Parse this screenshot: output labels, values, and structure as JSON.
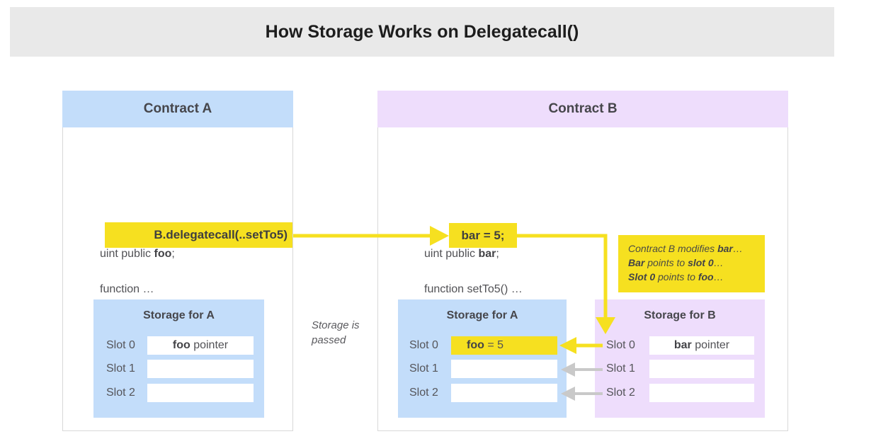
{
  "title": "How Storage Works on Delegatecall()",
  "contract_a": {
    "header": "Contract A",
    "decl_pre": "uint public ",
    "decl_var": "foo",
    "decl_post": ";",
    "func_line": "function …",
    "call_label": "B.delegatecall(..setTo5)"
  },
  "contract_b": {
    "header": "Contract B",
    "decl_pre": "uint public ",
    "decl_var": "bar",
    "decl_post": ";",
    "func_line": "function setTo5() …",
    "assign_label": "bar = 5;"
  },
  "note_box": {
    "l1a": "Contract B modifies ",
    "l1b": "bar",
    "l1c": "…",
    "l2a": "Bar",
    "l2b": " points to ",
    "l2c": "slot 0",
    "l2d": "…",
    "l3a": "Slot 0",
    "l3b": " points to ",
    "l3c": "foo",
    "l3d": "…"
  },
  "middle_label": {
    "line1": "Storage is",
    "line2": "passed"
  },
  "storage_a_left": {
    "title": "Storage for A",
    "slot0_label": "Slot 0",
    "slot0_var": "foo",
    "slot0_rest": " pointer",
    "slot1_label": "Slot 1",
    "slot2_label": "Slot 2"
  },
  "storage_a_right": {
    "title": "Storage for A",
    "slot0_label": "Slot 0",
    "slot0_var": "foo",
    "slot0_rest": " = 5",
    "slot1_label": "Slot 1",
    "slot2_label": "Slot 2"
  },
  "storage_b": {
    "title": "Storage for B",
    "slot0_label": "Slot 0",
    "slot0_var": "bar",
    "slot0_rest": " pointer",
    "slot1_label": "Slot 1",
    "slot2_label": "Slot 2"
  },
  "colors": {
    "yellow": "#f6e020",
    "blue": "#c3ddfa",
    "purple": "#eeddfc",
    "title_bar_gray": "#e9e9e9",
    "arrow_gray": "#c9c9c9",
    "text_dark": "#46464b"
  }
}
